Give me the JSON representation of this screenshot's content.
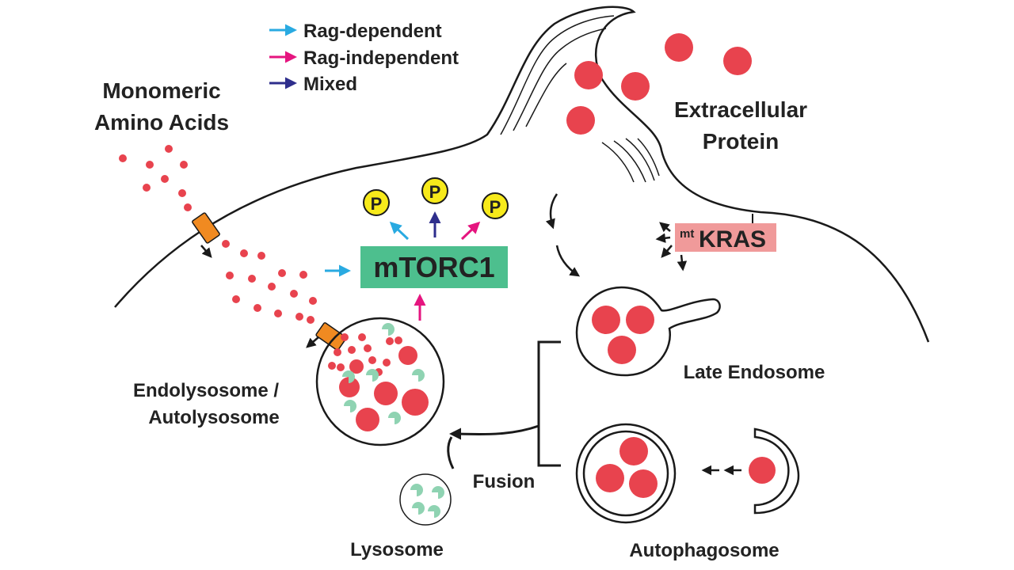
{
  "legend": {
    "items": [
      {
        "label": "Rag-dependent",
        "color": "#29aae1"
      },
      {
        "label": "Rag-independent",
        "color": "#e5157f"
      },
      {
        "label": "Mixed",
        "color": "#2e2e8c"
      }
    ]
  },
  "labels": {
    "amino_acids_line1": "Monomeric",
    "amino_acids_line2": "Amino Acids",
    "extracellular_line1": "Extracellular",
    "extracellular_line2": "Protein",
    "mtorc1": "mTORC1",
    "kras_prefix": "mt",
    "kras": "KRAS",
    "phospho": "P",
    "late_endosome": "Late Endosome",
    "endolysosome_line1": "Endolysosome /",
    "endolysosome_line2": "Autolysosome",
    "fusion": "Fusion",
    "lysosome": "Lysosome",
    "autophagosome": "Autophagosome"
  },
  "colors": {
    "protein": "#e8434e",
    "transporter": "#f08a21",
    "mtorc1_box": "#4dbf8e",
    "kras_box": "#f09a9a",
    "phospho": "#f7ea1b",
    "enzyme": "#8fd3b2",
    "outline": "#1a1a1a"
  }
}
